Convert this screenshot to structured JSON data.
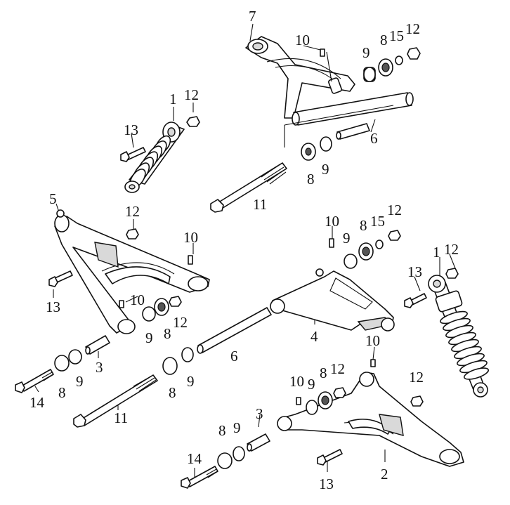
{
  "diagram": {
    "callouts": [
      {
        "label": "7"
      },
      {
        "label": "10"
      },
      {
        "label": "9"
      },
      {
        "label": "8"
      },
      {
        "label": "15"
      },
      {
        "label": "12"
      },
      {
        "label": "1"
      },
      {
        "label": "12"
      },
      {
        "label": "13"
      },
      {
        "label": "6"
      },
      {
        "label": "9"
      },
      {
        "label": "8"
      },
      {
        "label": "11"
      },
      {
        "label": "5"
      },
      {
        "label": "12"
      },
      {
        "label": "10"
      },
      {
        "label": "13"
      },
      {
        "label": "10"
      },
      {
        "label": "9"
      },
      {
        "label": "8"
      },
      {
        "label": "12"
      },
      {
        "label": "10"
      },
      {
        "label": "9"
      },
      {
        "label": "8"
      },
      {
        "label": "15"
      },
      {
        "label": "12"
      },
      {
        "label": "1"
      },
      {
        "label": "12"
      },
      {
        "label": "13"
      },
      {
        "label": "4"
      },
      {
        "label": "10"
      },
      {
        "label": "6"
      },
      {
        "label": "3"
      },
      {
        "label": "9"
      },
      {
        "label": "8"
      },
      {
        "label": "14"
      },
      {
        "label": "9"
      },
      {
        "label": "8"
      },
      {
        "label": "11"
      },
      {
        "label": "10"
      },
      {
        "label": "9"
      },
      {
        "label": "8"
      },
      {
        "label": "12"
      },
      {
        "label": "12"
      },
      {
        "label": "3"
      },
      {
        "label": "9"
      },
      {
        "label": "8"
      },
      {
        "label": "14"
      },
      {
        "label": "13"
      },
      {
        "label": "2"
      }
    ]
  }
}
